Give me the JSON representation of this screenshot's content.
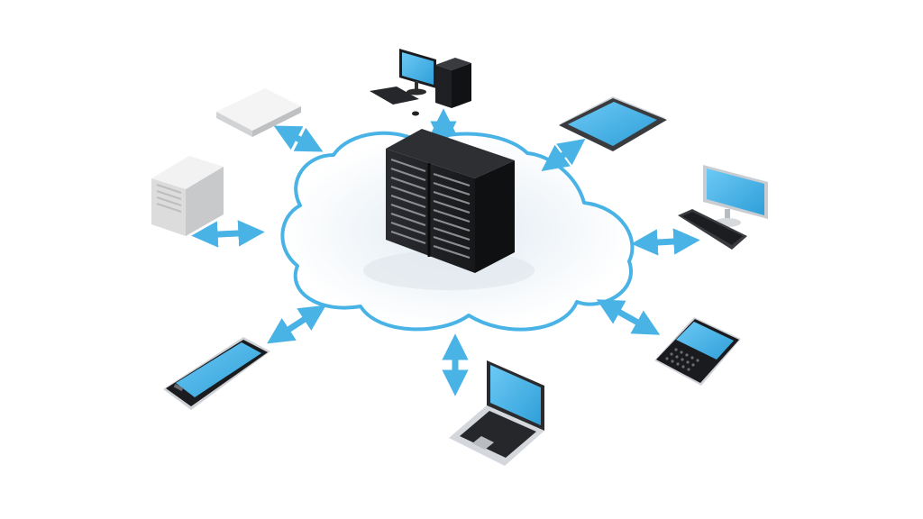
{
  "colors": {
    "background": "#ffffff",
    "accent": "#3fa9e0",
    "screen": "#4ab8ee",
    "device_dark": "#1e1f22",
    "device_light": "#e6e6e6"
  },
  "diagram": {
    "hub": {
      "icon": "server-rack-icon"
    },
    "cloud": {
      "icon": "cloud-outline-icon"
    },
    "devices": [
      {
        "id": "desktop-computer",
        "icon": "desktop-computer-icon",
        "arrow": "bidirectional"
      },
      {
        "id": "tablet",
        "icon": "tablet-icon",
        "arrow": "bidirectional"
      },
      {
        "id": "monitor-keyboard",
        "icon": "monitor-keyboard-icon",
        "arrow": "bidirectional"
      },
      {
        "id": "smartphone-qwerty",
        "icon": "smartphone-qwerty-icon",
        "arrow": "bidirectional"
      },
      {
        "id": "laptop",
        "icon": "laptop-icon",
        "arrow": "bidirectional"
      },
      {
        "id": "mobile-phone",
        "icon": "mobile-phone-icon",
        "arrow": "bidirectional"
      },
      {
        "id": "tower-server",
        "icon": "tower-server-icon",
        "arrow": "bidirectional"
      },
      {
        "id": "network-appliance",
        "icon": "network-appliance-icon",
        "arrow": "bidirectional"
      }
    ]
  }
}
